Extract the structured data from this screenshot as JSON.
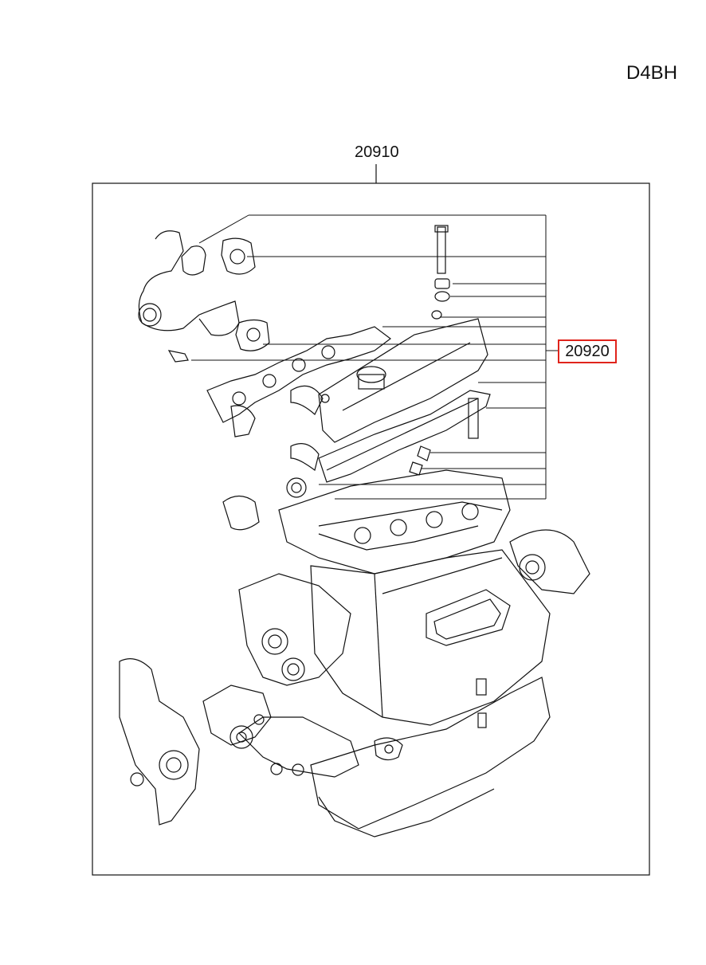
{
  "engine_code": "D4BH",
  "assembly_number": "20910",
  "highlighted_part_number": "20920",
  "colors": {
    "highlight_border": "#e0241c",
    "line": "#111111"
  }
}
